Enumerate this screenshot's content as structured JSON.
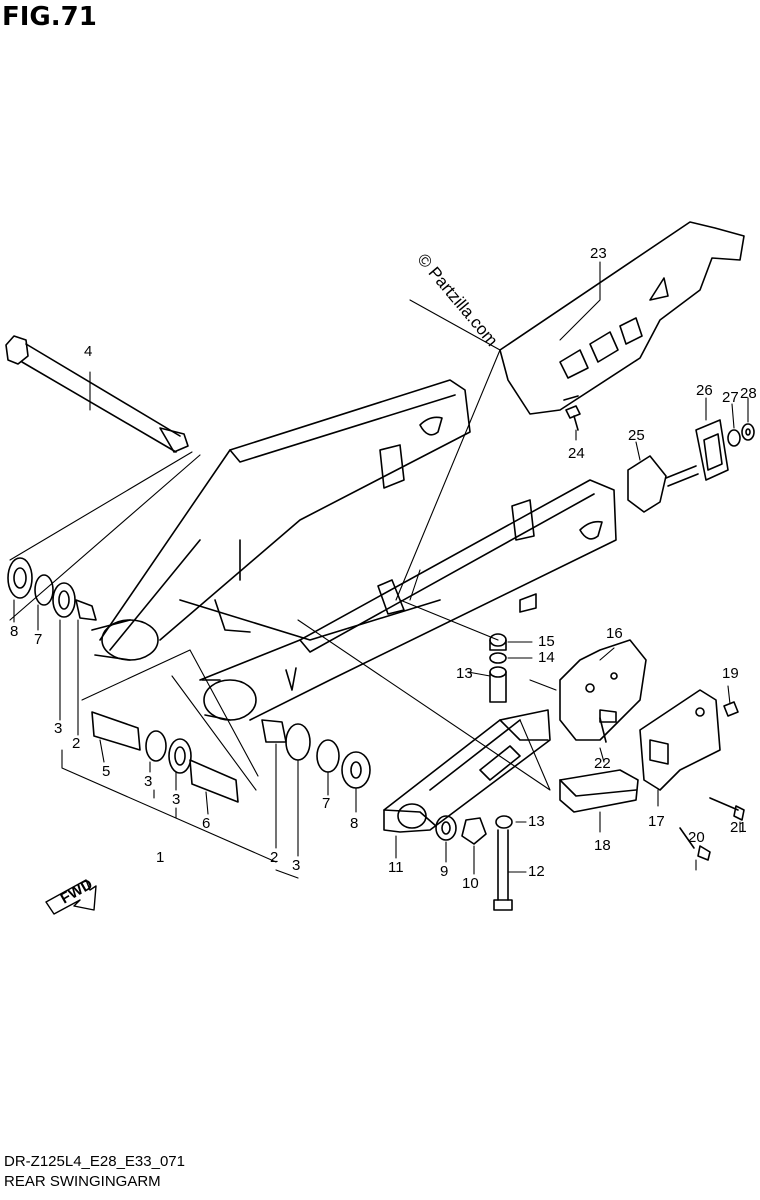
{
  "figure_title": "FIG.71",
  "model_code": "DR-Z125L4_E28_E33_071",
  "section_name": "REAR SWINGINGARM",
  "watermark": "© Partzilla.com",
  "fwd_label": "FWD",
  "callouts": [
    {
      "id": "c1",
      "text": "1"
    },
    {
      "id": "c2a",
      "text": "2"
    },
    {
      "id": "c2b",
      "text": "2"
    },
    {
      "id": "c3a",
      "text": "3"
    },
    {
      "id": "c3b",
      "text": "3"
    },
    {
      "id": "c3c",
      "text": "3"
    },
    {
      "id": "c3d",
      "text": "3"
    },
    {
      "id": "c4",
      "text": "4"
    },
    {
      "id": "c5",
      "text": "5"
    },
    {
      "id": "c6",
      "text": "6"
    },
    {
      "id": "c7a",
      "text": "7"
    },
    {
      "id": "c7b",
      "text": "7"
    },
    {
      "id": "c8a",
      "text": "8"
    },
    {
      "id": "c8b",
      "text": "8"
    },
    {
      "id": "c9",
      "text": "9"
    },
    {
      "id": "c10",
      "text": "10"
    },
    {
      "id": "c11",
      "text": "11"
    },
    {
      "id": "c12",
      "text": "12"
    },
    {
      "id": "c13a",
      "text": "13"
    },
    {
      "id": "c13b",
      "text": "13"
    },
    {
      "id": "c14",
      "text": "14"
    },
    {
      "id": "c15",
      "text": "15"
    },
    {
      "id": "c16",
      "text": "16"
    },
    {
      "id": "c17",
      "text": "17"
    },
    {
      "id": "c18",
      "text": "18"
    },
    {
      "id": "c19",
      "text": "19"
    },
    {
      "id": "c20",
      "text": "20"
    },
    {
      "id": "c21",
      "text": "21"
    },
    {
      "id": "c22",
      "text": "22"
    },
    {
      "id": "c23",
      "text": "23"
    },
    {
      "id": "c24",
      "text": "24"
    },
    {
      "id": "c25",
      "text": "25"
    },
    {
      "id": "c26",
      "text": "26"
    },
    {
      "id": "c27",
      "text": "27"
    },
    {
      "id": "c28",
      "text": "28"
    }
  ]
}
